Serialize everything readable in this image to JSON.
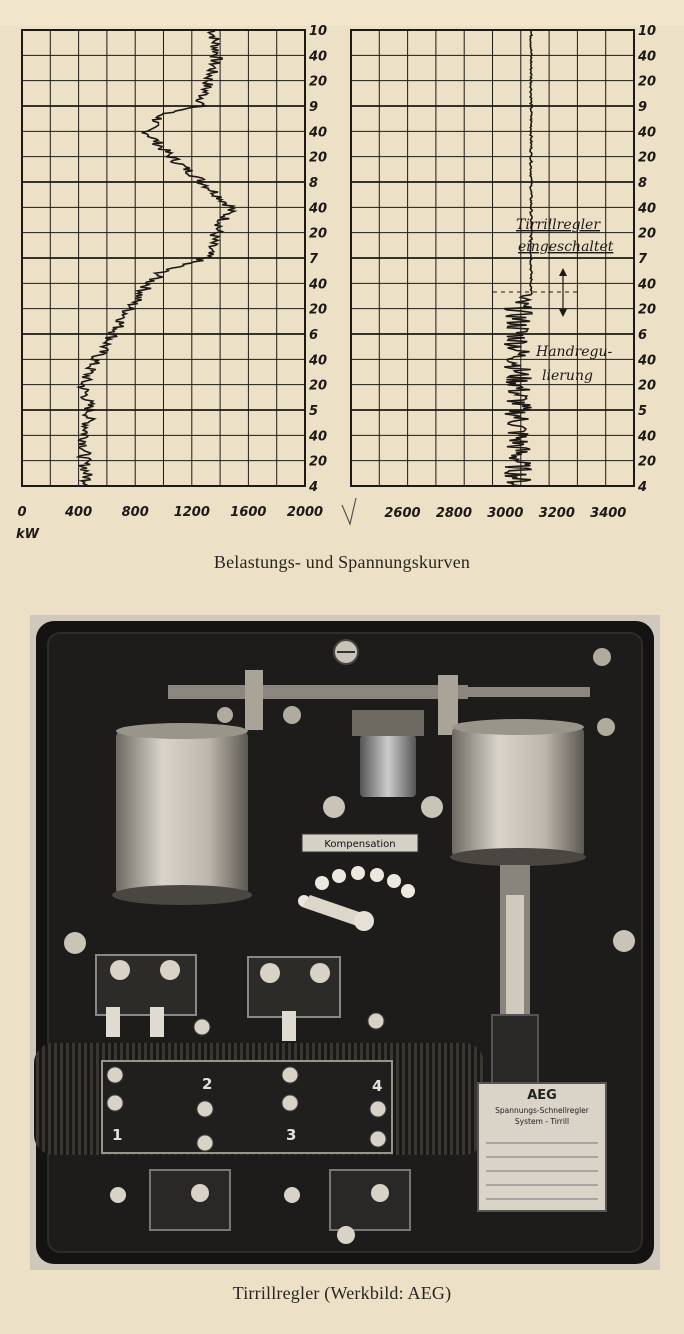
{
  "charts": {
    "load": {
      "x_ticks": [
        "0",
        "400",
        "800",
        "1200",
        "1600",
        "2000"
      ],
      "x_unit": "kW",
      "x_range": [
        0,
        2000
      ],
      "y_labels": [
        "10",
        "40",
        "20",
        "9",
        "40",
        "20",
        "8",
        "40",
        "20",
        "7",
        "40",
        "20",
        "6",
        "40",
        "20",
        "5",
        "40",
        "20",
        "4"
      ]
    },
    "voltage": {
      "x_ticks": [
        "2600",
        "2800",
        "3000",
        "3200",
        "3400"
      ],
      "x_range": [
        2400,
        3500
      ],
      "y_labels": [
        "10",
        "40",
        "20",
        "9",
        "40",
        "20",
        "8",
        "40",
        "20",
        "7",
        "40",
        "20",
        "6",
        "40",
        "20",
        "5",
        "40",
        "20",
        "4"
      ],
      "annotation_upper_line1": "Tirrillregler",
      "annotation_upper_line2": "eingeschaltet",
      "annotation_lower_line1": "Handregu-",
      "annotation_lower_line2": "lierung"
    }
  },
  "caption_top": "Belastungs- und Spannungskurven",
  "photo": {
    "label_kompensation": "Kompensation",
    "terminal_labels": [
      "2",
      "4",
      "1",
      "3"
    ],
    "nameplate_brand": "AEG",
    "nameplate_line1": "Spannungs-Schnellregler",
    "nameplate_line2": "System - Tirrill"
  },
  "caption_bottom": "Tirrillregler (Werkbild: AEG)"
}
